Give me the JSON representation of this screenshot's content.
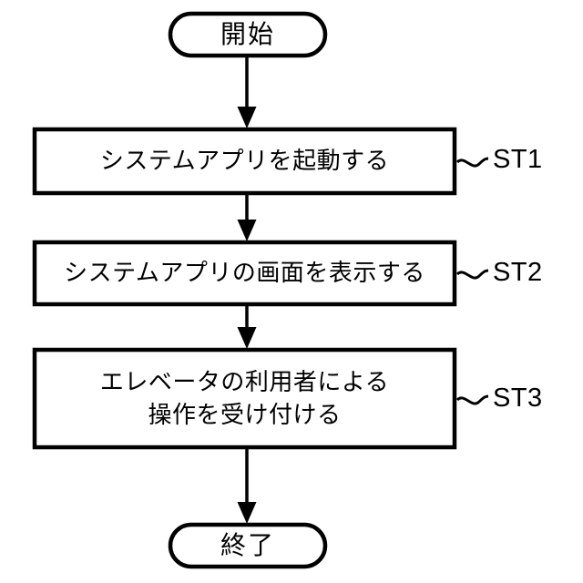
{
  "diagram": {
    "type": "flowchart",
    "orientation": "vertical",
    "background_color": "#ffffff",
    "stroke_color": "#000000",
    "nodes": [
      {
        "id": "start",
        "shape": "terminator",
        "text": "開始"
      },
      {
        "id": "st1",
        "shape": "process",
        "text": "システムアプリを起動する",
        "label": "ST1"
      },
      {
        "id": "st2",
        "shape": "process",
        "text": "システムアプリの画面を表示する",
        "label": "ST2"
      },
      {
        "id": "st3",
        "shape": "process",
        "text_line1": "エレベータの利用者による",
        "text_line2": "操作を受け付ける",
        "label": "ST3"
      },
      {
        "id": "end",
        "shape": "terminator",
        "text": "終了"
      }
    ],
    "connectors": [
      {
        "from": "start",
        "to": "st1",
        "style": "arrow"
      },
      {
        "from": "st1",
        "to": "st2",
        "style": "arrow"
      },
      {
        "from": "st2",
        "to": "st3",
        "style": "arrow"
      },
      {
        "from": "st3",
        "to": "end",
        "style": "arrow"
      }
    ],
    "leaders": [
      {
        "for": "st1",
        "style": "tilde"
      },
      {
        "for": "st2",
        "style": "tilde"
      },
      {
        "for": "st3",
        "style": "tilde"
      }
    ]
  }
}
